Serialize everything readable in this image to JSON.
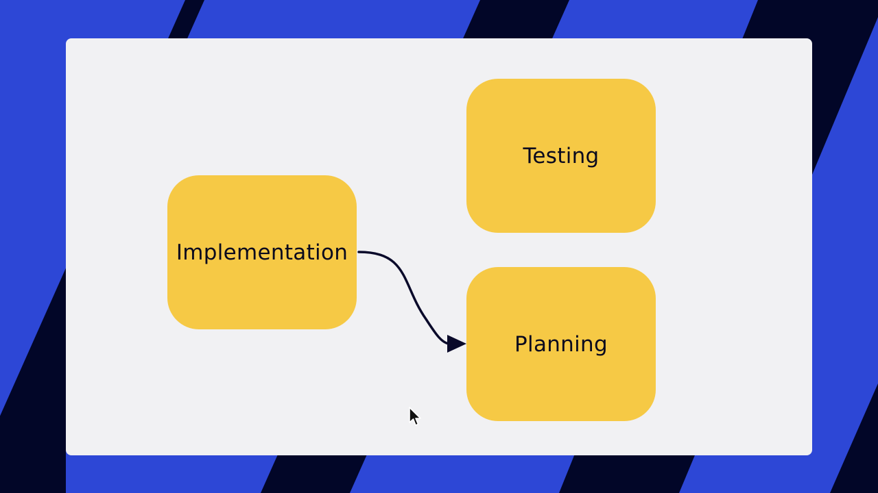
{
  "colors": {
    "background_blue": "#2d47d6",
    "background_stripe": "#020628",
    "canvas": "#f1f1f3",
    "node_fill": "#f6c945",
    "text": "#0a0a1e",
    "connector": "#0a0a2a"
  },
  "diagram": {
    "nodes": [
      {
        "id": "implementation",
        "label": "Implementation"
      },
      {
        "id": "testing",
        "label": "Testing"
      },
      {
        "id": "planning",
        "label": "Planning"
      }
    ],
    "edges": [
      {
        "from": "implementation",
        "to": "planning",
        "style": "curved-arrow"
      }
    ]
  },
  "icons": {
    "pointer": "mouse-pointer-icon"
  }
}
